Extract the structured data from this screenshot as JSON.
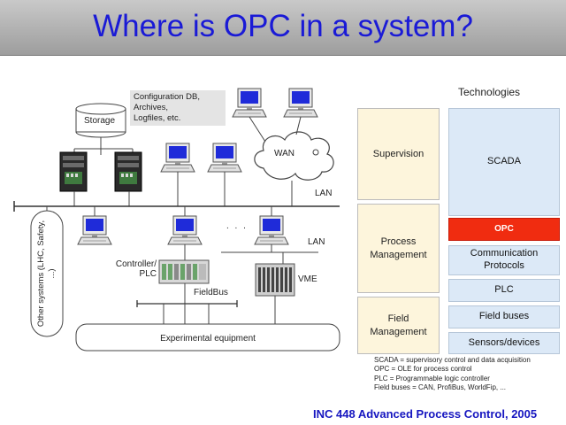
{
  "title": "Where is OPC in a system?",
  "diagram": {
    "storage": "Storage",
    "config_note": [
      "Configuration DB,",
      "Archives,",
      "Logfiles, etc."
    ],
    "wan": "WAN",
    "lan_top": "LAN",
    "lan_mid": "LAN",
    "ellipsis": ". . .",
    "controller": [
      "Controller/",
      "PLC"
    ],
    "fieldbus": "FieldBus",
    "vme": "VME",
    "other_systems": "Other systems (LHC, Safety, ...)",
    "experimental": "Experimental equipment"
  },
  "levels": {
    "heading": "Technologies",
    "left": [
      "Supervision",
      "Process Management",
      "Field Management"
    ],
    "right": [
      "SCADA",
      "OPC",
      "Communication Protocols",
      "PLC",
      "Field buses",
      "Sensors/devices"
    ]
  },
  "legend": [
    "SCADA = supervisory control and data acquisition",
    "OPC = OLE for process control",
    "PLC = Programmable logic controller",
    "Field buses = CAN, ProfiBus, WorldFip, ..."
  ],
  "footer": "INC 448 Advanced Process Control, 2005",
  "colors": {
    "title": "#1a1ad6",
    "opc": "#f02c10",
    "tech_box": "#dce9f7",
    "level_box": "#fdf5dc"
  }
}
